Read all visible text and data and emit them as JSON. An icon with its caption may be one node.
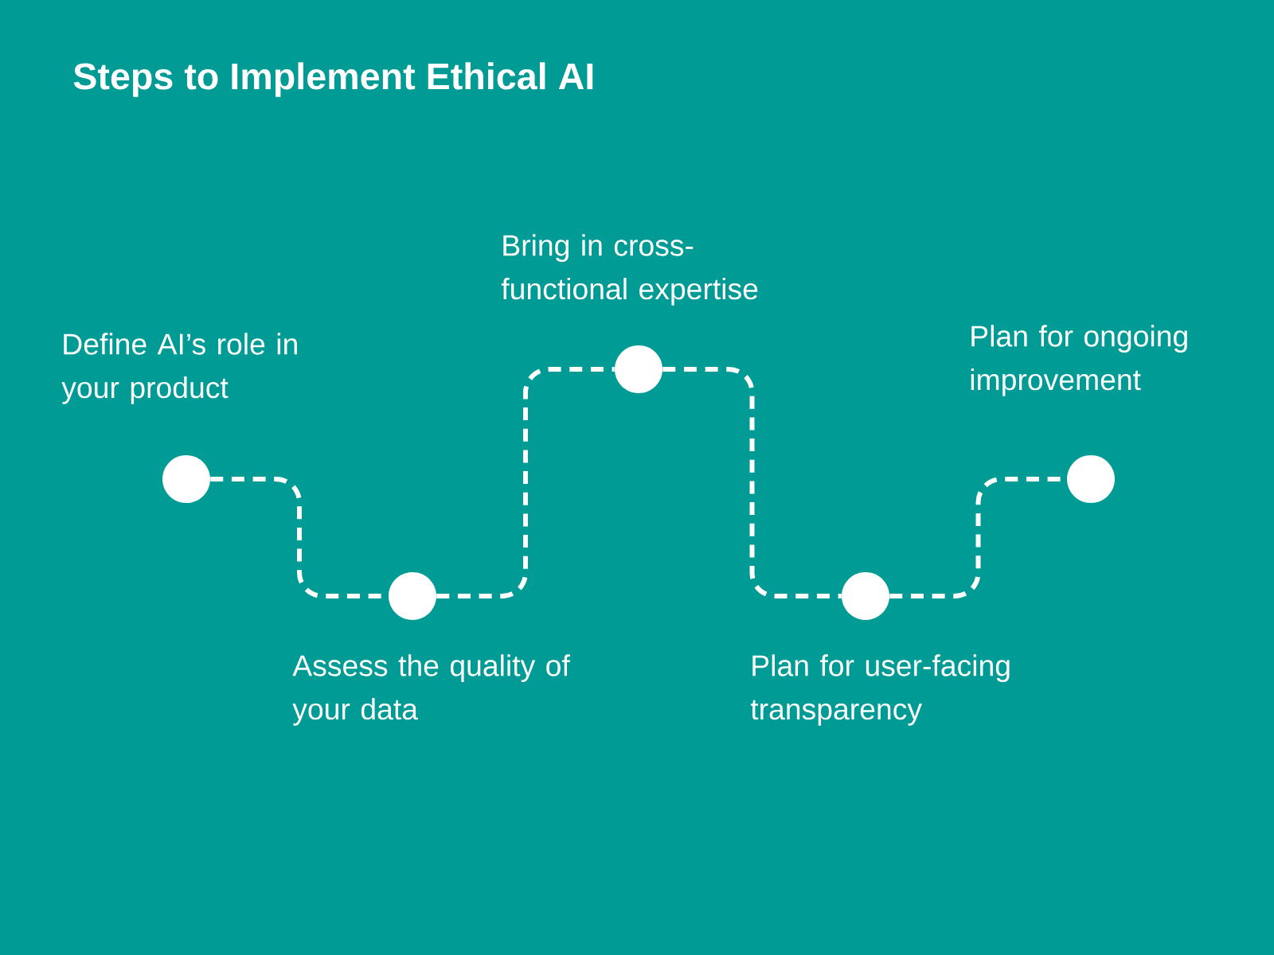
{
  "diagram": {
    "title": "Steps to Implement Ethical AI",
    "nodes": [
      {
        "text": [],
        "shape": "circle",
        "beside": [
          "Define  AI’s  role in your product"
        ]
      },
      {
        "text": [],
        "shape": "circle",
        "beside": [
          "Assess the quality of your data"
        ]
      },
      {
        "text": [],
        "shape": "circle",
        "beside": [
          "Bring in cross-functional expertise"
        ]
      },
      {
        "text": [],
        "shape": "circle",
        "beside": [
          "Plan for user-facing transparency"
        ]
      },
      {
        "text": [],
        "shape": "circle",
        "beside": [
          "Plan for ongoing improvement"
        ]
      }
    ],
    "edges": [
      {
        "from": 0,
        "to": 1,
        "arrow": "none",
        "style": "dashed"
      },
      {
        "from": 1,
        "to": 2,
        "arrow": "none",
        "style": "dashed"
      },
      {
        "from": 2,
        "to": 3,
        "arrow": "none",
        "style": "dashed"
      },
      {
        "from": 3,
        "to": 4,
        "arrow": "none",
        "style": "dashed"
      }
    ]
  }
}
